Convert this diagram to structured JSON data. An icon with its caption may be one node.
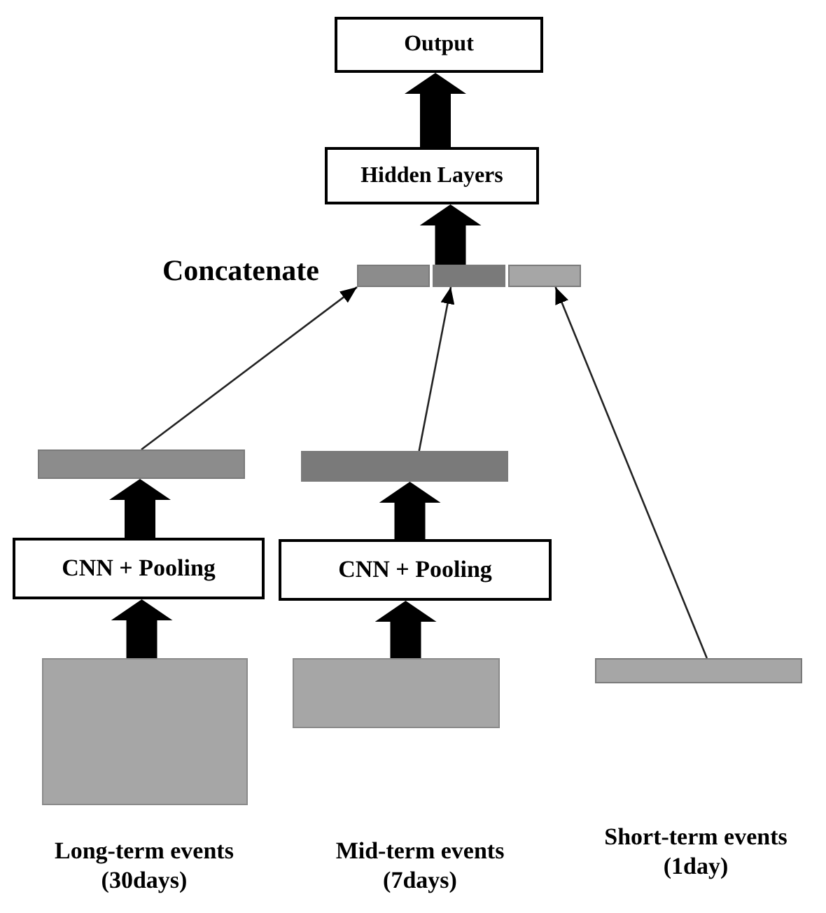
{
  "diagram": {
    "nodes": [
      {
        "text": [
          "Output"
        ]
      },
      {
        "text": [
          "Hidden Layers"
        ]
      },
      {
        "text": [],
        "shape": "bar"
      },
      {
        "text": [],
        "shape": "bar"
      },
      {
        "text": [],
        "shape": "bar"
      },
      {
        "text": [],
        "shape": "bar"
      },
      {
        "text": [],
        "shape": "bar"
      },
      {
        "text": [
          "CNN + Pooling"
        ]
      },
      {
        "text": [
          "CNN + Pooling"
        ]
      },
      {
        "text": [],
        "shape": "box",
        "beside": [
          "Long-term events (30days)"
        ]
      },
      {
        "text": [],
        "shape": "box"
      },
      {
        "text": [],
        "shape": "bar"
      }
    ],
    "edges": [
      {
        "from": 1,
        "to": 0,
        "arrow": "to"
      },
      {
        "from": 3,
        "to": 1,
        "arrow": "to"
      },
      {
        "from": 5,
        "to": 2,
        "arrow": "to"
      },
      {
        "from": 6,
        "to": 3,
        "arrow": "to"
      },
      {
        "from": 11,
        "to": 4,
        "arrow": "to"
      },
      {
        "from": 7,
        "to": 5,
        "arrow": "to"
      },
      {
        "from": 8,
        "to": 6,
        "arrow": "to"
      },
      {
        "from": 9,
        "to": 7,
        "arrow": "to"
      },
      {
        "from": 10,
        "to": 8,
        "arrow": "to"
      }
    ],
    "labels": [
      "Concatenate",
      "Short-term events (1day)",
      "Mid-term events (7days)"
    ]
  }
}
